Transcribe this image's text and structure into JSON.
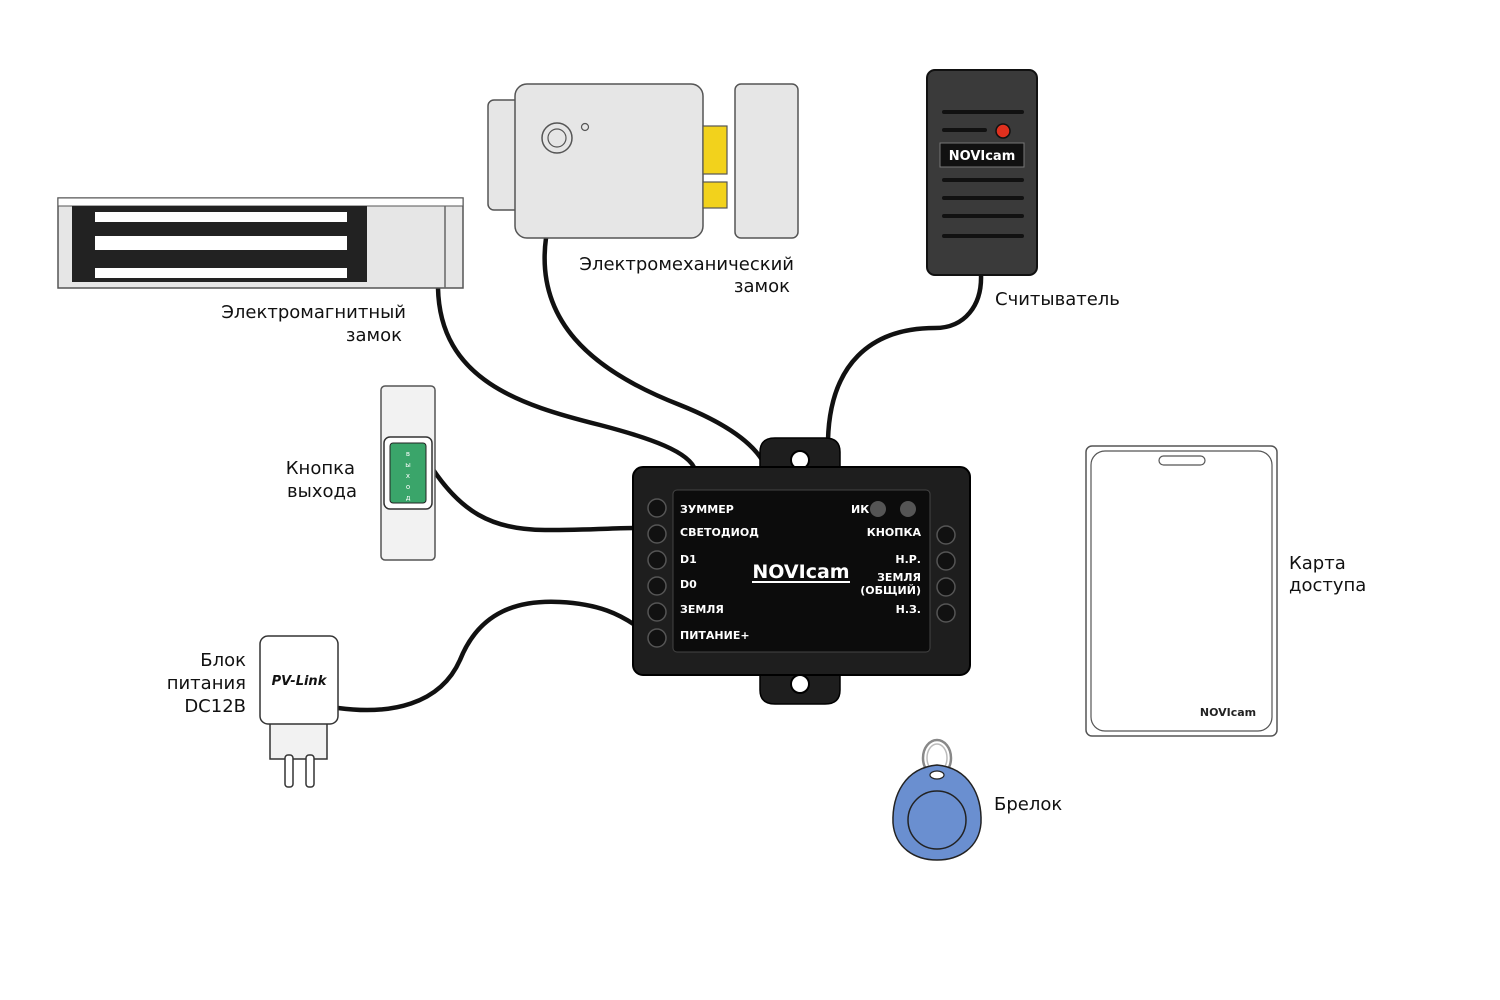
{
  "labels": {
    "magnetic_lock": [
      "Электромагнитный",
      "замок"
    ],
    "mech_lock": [
      "Электромеханический",
      "замок"
    ],
    "reader": "Считыватель",
    "exit_button": [
      "Кнопка",
      "выхода"
    ],
    "power_supply": [
      "Блок",
      "питания",
      "DC12В"
    ],
    "card": [
      "Карта",
      "доступа"
    ],
    "keyfob": "Брелок"
  },
  "controller": {
    "left_terminals": [
      "ЗУММЕР",
      "СВЕТОДИОД",
      "D1",
      "D0",
      "ЗЕМЛЯ",
      "ПИТАНИЕ+"
    ],
    "right_terminals": [
      "КНОПКА",
      "Н.Р.",
      "ЗЕМЛЯ",
      "(ОБЩИЙ)",
      "Н.З."
    ],
    "ir_label": "ИК",
    "logo": "NOVIcam"
  },
  "exit_button_text": "выход",
  "power_brand": "PV-Link",
  "brand_logo": "NOVIcam",
  "colors": {
    "brand_orange": "#f15a24",
    "cable": "#111111",
    "controller_body": "#1e1e1e",
    "button_green": "#3aa56a",
    "keyfob_blue": "#6a8fd0",
    "lock_gray": "#e6e6e6",
    "mech_latch": "#f2d21c",
    "reader_led": "#e0301e"
  }
}
